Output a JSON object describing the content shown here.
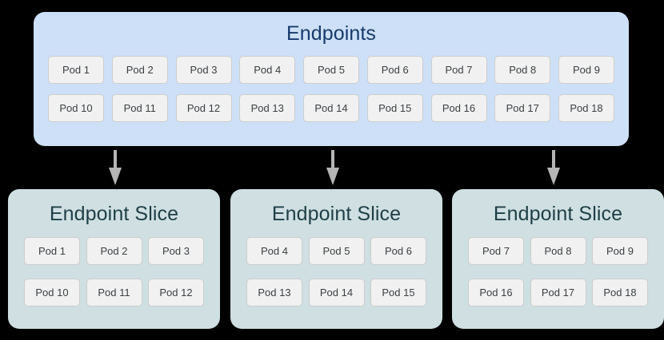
{
  "diagram": {
    "title_endpoints": "Endpoints",
    "colors": {
      "endpoints_panel_bg": "#cde0f7",
      "endpoints_title_text": "#173a6d",
      "slice_panel_bg": "#cfdfe2",
      "slice_title_text": "#1f3f47",
      "chip_bg": "#f1f1f1",
      "chip_border": "#cdcdcd",
      "chip_text": "#3c4043",
      "arrow": "#b5b5b5",
      "canvas_bg": "#000000"
    }
  },
  "endpoints": {
    "title": "Endpoints",
    "rows": [
      [
        "Pod 1",
        "Pod 2",
        "Pod 3",
        "Pod 4",
        "Pod 5",
        "Pod 6",
        "Pod 7",
        "Pod 8",
        "Pod 9"
      ],
      [
        "Pod 10",
        "Pod 11",
        "Pod 12",
        "Pod 13",
        "Pod 14",
        "Pod 15",
        "Pod 16",
        "Pod 17",
        "Pod 18"
      ]
    ]
  },
  "arrows": [
    {
      "name": "arrow-to-slice-1"
    },
    {
      "name": "arrow-to-slice-2"
    },
    {
      "name": "arrow-to-slice-3"
    }
  ],
  "slices": [
    {
      "title": "Endpoint Slice",
      "rows": [
        [
          "Pod 1",
          "Pod 2",
          "Pod 3"
        ],
        [
          "Pod 10",
          "Pod 11",
          "Pod 12"
        ]
      ]
    },
    {
      "title": "Endpoint Slice",
      "rows": [
        [
          "Pod 4",
          "Pod 5",
          "Pod 6"
        ],
        [
          "Pod 13",
          "Pod 14",
          "Pod 15"
        ]
      ]
    },
    {
      "title": "Endpoint Slice",
      "rows": [
        [
          "Pod 7",
          "Pod 8",
          "Pod 9"
        ],
        [
          "Pod 16",
          "Pod 17",
          "Pod 18"
        ]
      ]
    }
  ]
}
